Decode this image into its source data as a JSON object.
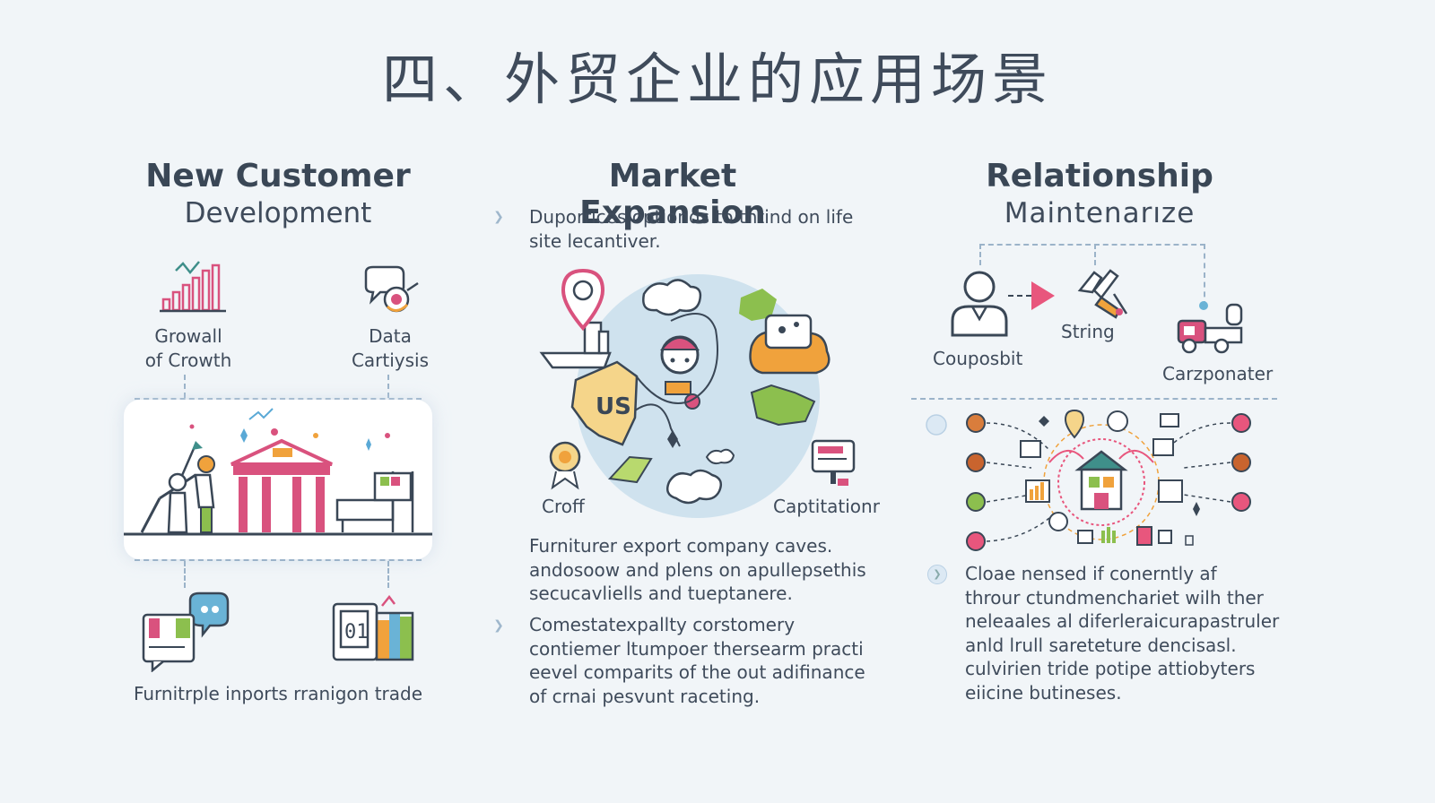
{
  "page": {
    "title": "四、外贸企业的应用场景"
  },
  "col1": {
    "title": "New Customer",
    "subtitle": "Development",
    "icons": [
      {
        "label_l1": "Growall",
        "label_l2": "of Crowth",
        "icon": "bar-chart-icon"
      },
      {
        "label_l1": "Data",
        "label_l2": "Cartiysis",
        "icon": "chat-gear-icon"
      }
    ],
    "bottom_caption": "Furnitrple inports rranigon trade"
  },
  "col2": {
    "title": "Market Expansion",
    "intro_l1": "Duporrices optionds to thtind on life",
    "intro_l2": "site lecantiver.",
    "globe_label": "US",
    "label_left": "Croff",
    "label_right": "Captitationr",
    "para1": [
      "Furniturer export company caves.",
      "andosoow and plens on apullepsethis",
      "secucavliells and tueptanere."
    ],
    "para2": [
      "Comestatexpallty corstomery",
      "contiemer ltumpoer thersearm practi",
      "eevel comparits of the out adifinance",
      "of crnai pesvunt raceting."
    ]
  },
  "col3": {
    "title": "Relationship",
    "subtitle": "Maintenarıze",
    "label_left": "Couposbit",
    "label_mid": "String",
    "label_right": "Carzponater",
    "para": [
      "Cloae nensed if conerntly af",
      "throur ctundmenchariet wilh ther",
      "neleaales al diferleraicurapastruler",
      "anld lrull sareteture dencisasl.",
      "culvirien tride potipe attiobyters",
      "eiicine butineses."
    ]
  },
  "colors": {
    "pink": "#d9527e",
    "teal": "#3f8f8a",
    "orange": "#f0a23c",
    "green": "#8cbf4e",
    "navy": "#3a4756",
    "globe": "#cfe2ee"
  }
}
